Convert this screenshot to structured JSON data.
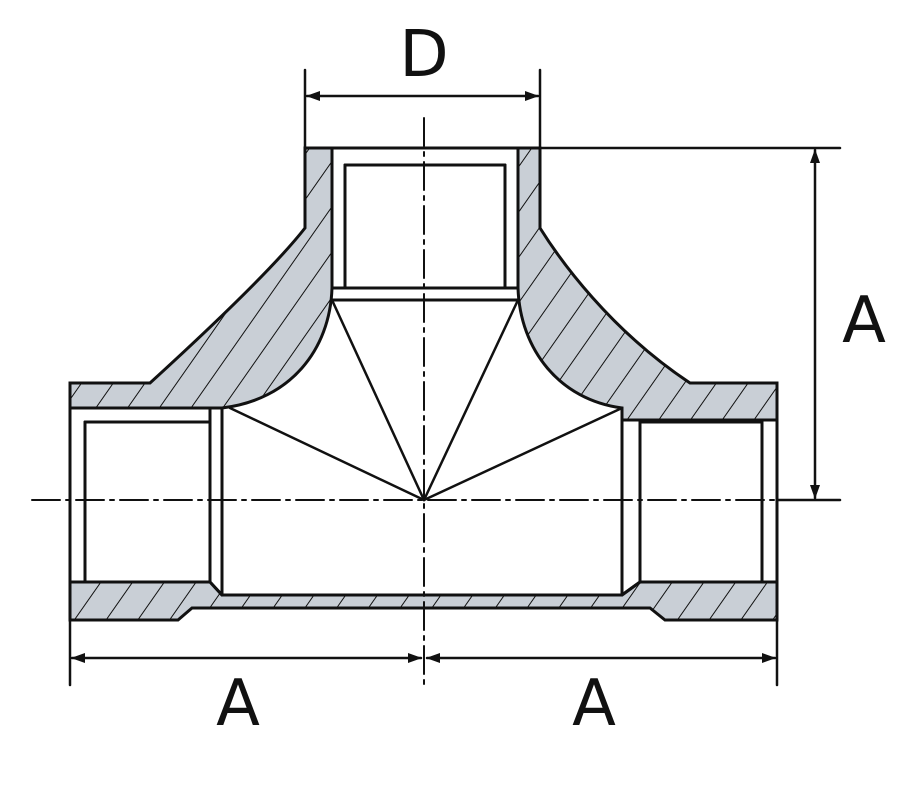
{
  "labels": {
    "top": "D",
    "right": "A",
    "bottom_left": "A",
    "bottom_right": "A"
  },
  "colors": {
    "wall_fill": "#c9cfd6",
    "stroke": "#111111",
    "background": "#ffffff"
  }
}
